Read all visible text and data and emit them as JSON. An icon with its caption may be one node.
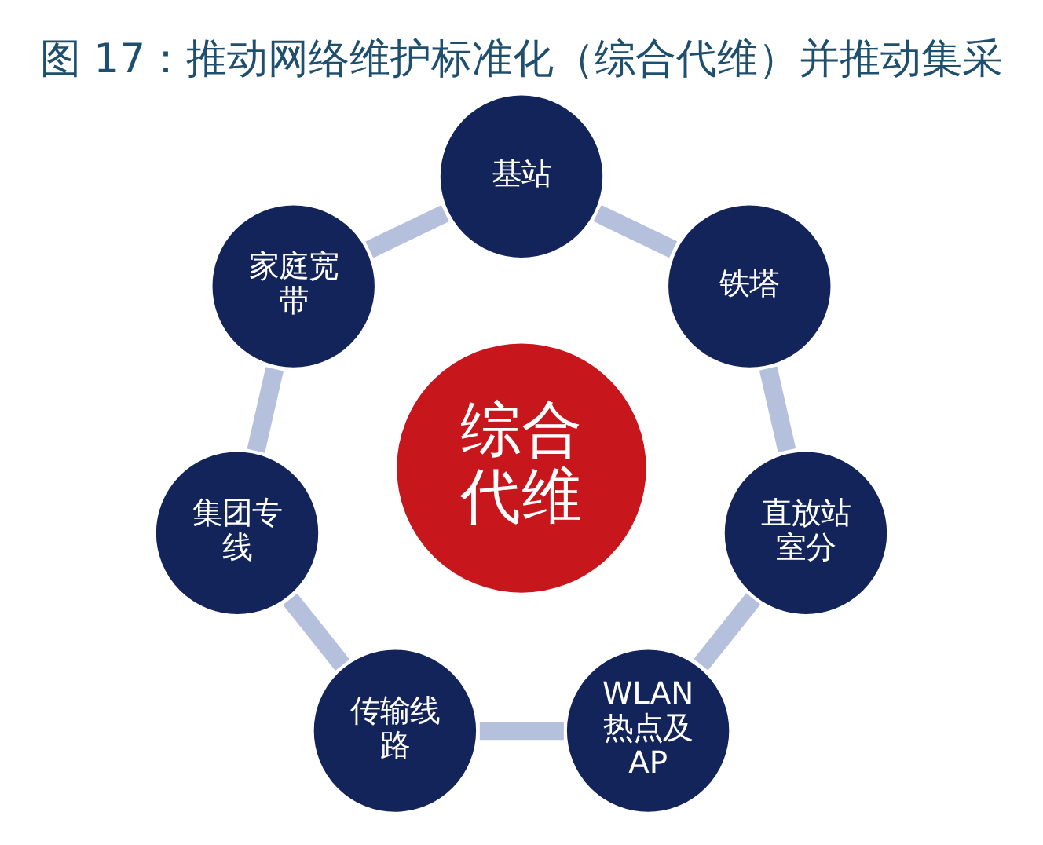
{
  "diagram": {
    "title": "图 17：推动网络维护标准化（综合代维）并推动集采",
    "nodes": [
      {
        "text": [
          "基站"
        ]
      },
      {
        "text": [
          "铁塔"
        ]
      },
      {
        "text": [
          "直放站室分"
        ]
      },
      {
        "text": [
          "WLAN热点及AP"
        ]
      },
      {
        "text": [
          "传输线路"
        ]
      },
      {
        "text": [
          "集团专线"
        ]
      },
      {
        "text": [
          "家庭宽带"
        ]
      },
      {
        "text": [
          "综合代维"
        ]
      }
    ],
    "edges": [
      {
        "from": 0,
        "to": 1,
        "arrow": "none"
      },
      {
        "from": 1,
        "to": 2,
        "arrow": "none"
      },
      {
        "from": 2,
        "to": 3,
        "arrow": "none"
      },
      {
        "from": 3,
        "to": 4,
        "arrow": "none"
      },
      {
        "from": 4,
        "to": 5,
        "arrow": "none"
      },
      {
        "from": 5,
        "to": 6,
        "arrow": "none"
      },
      {
        "from": 6,
        "to": 0,
        "arrow": "none"
      }
    ]
  }
}
